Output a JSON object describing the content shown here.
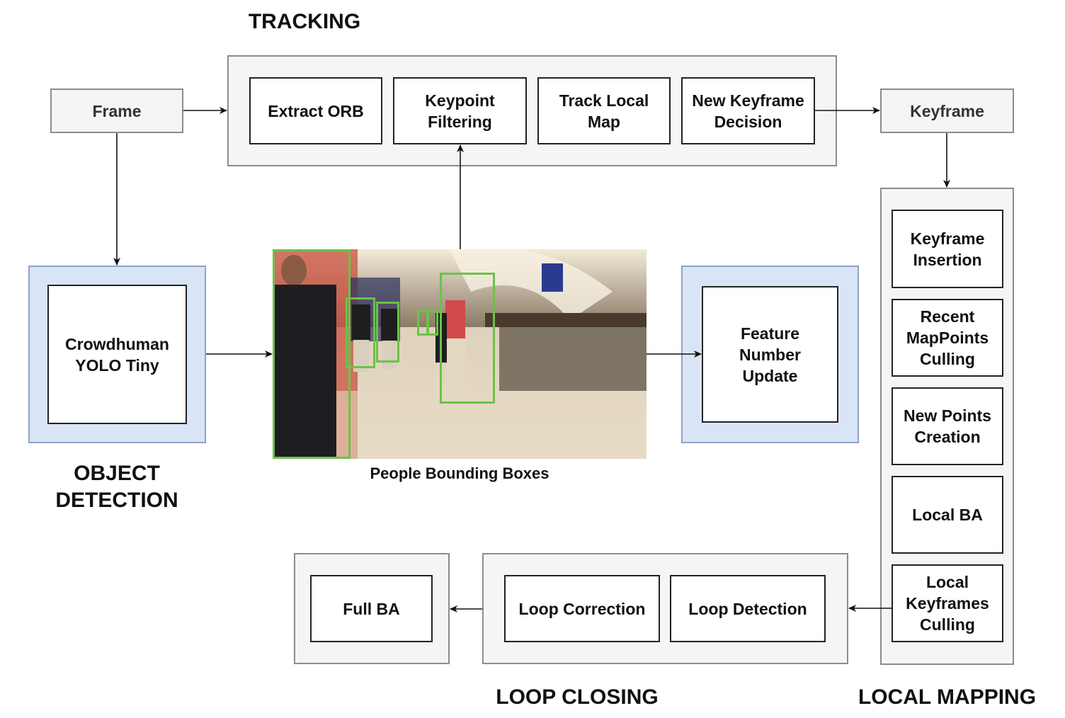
{
  "section_labels": {
    "tracking": "TRACKING",
    "object_detection": "OBJECT\nDETECTION",
    "loop_closing": "LOOP CLOSING",
    "local_mapping": "LOCAL MAPPING"
  },
  "io_nodes": {
    "frame": "Frame",
    "keyframe": "Keyframe"
  },
  "tracking": {
    "steps": [
      "Extract ORB",
      "Keypoint\nFiltering",
      "Track Local\nMap",
      "New Keyframe\nDecision"
    ]
  },
  "object_detection": {
    "model": "Crowdhuman\nYOLO Tiny"
  },
  "detection_output": {
    "caption": "People Bounding Boxes",
    "bounding_box_count": 6
  },
  "feature_update": {
    "label": "Feature\nNumber\nUpdate"
  },
  "local_mapping": {
    "steps": [
      "Keyframe\nInsertion",
      "Recent\nMapPoints\nCulling",
      "New Points\nCreation",
      "Local BA",
      "Local\nKeyframes\nCulling"
    ]
  },
  "loop_closing": {
    "steps": [
      "Loop Correction",
      "Loop Detection"
    ]
  },
  "full_ba": {
    "label": "Full BA"
  },
  "colors": {
    "group_gray_fill": "#f5f5f5",
    "group_blue_fill": "#dae4f7",
    "bbox_green": "#6cc24a"
  }
}
